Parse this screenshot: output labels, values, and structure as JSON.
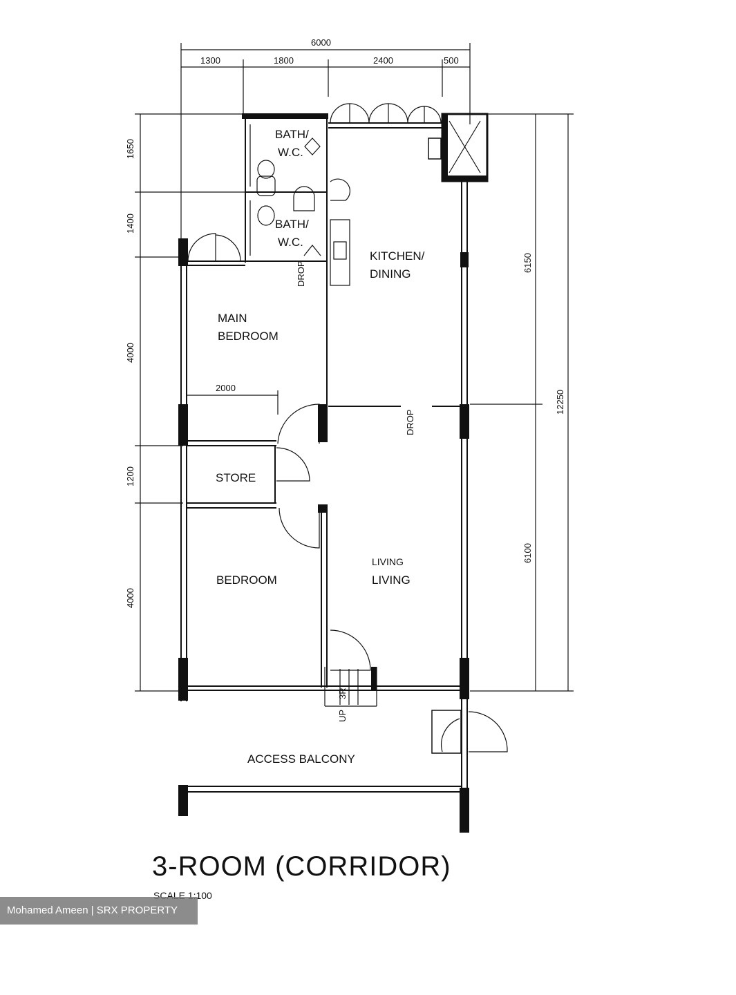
{
  "plan": {
    "rooms": {
      "bath1": [
        "BATH/",
        "W.C."
      ],
      "bath2": [
        "BATH/",
        "W.C."
      ],
      "kitchen": [
        "KITCHEN/",
        "DINING"
      ],
      "main_bedroom": [
        "MAIN",
        "BEDROOM"
      ],
      "store": "STORE",
      "bedroom": "BEDROOM",
      "living": [
        "LIVING",
        "LIVING"
      ],
      "access_balcony": "ACCESS BALCONY"
    },
    "labels": {
      "drop": "DROP",
      "up": "UP",
      "risers": "3R"
    },
    "dimensions": {
      "overall_width": "6000",
      "top": [
        "1300",
        "1800",
        "2400",
        "500"
      ],
      "left": [
        "1650",
        "1400",
        "4000",
        "1200",
        "4000"
      ],
      "bedroom_width": "2000",
      "right_upper": "6150",
      "right_overall": "12250",
      "right_lower": "6100"
    }
  },
  "title": "3-ROOM (CORRIDOR)",
  "scale": "SCALE  1:100",
  "credit": "Mohamed Ameen | SRX PROPERTY"
}
